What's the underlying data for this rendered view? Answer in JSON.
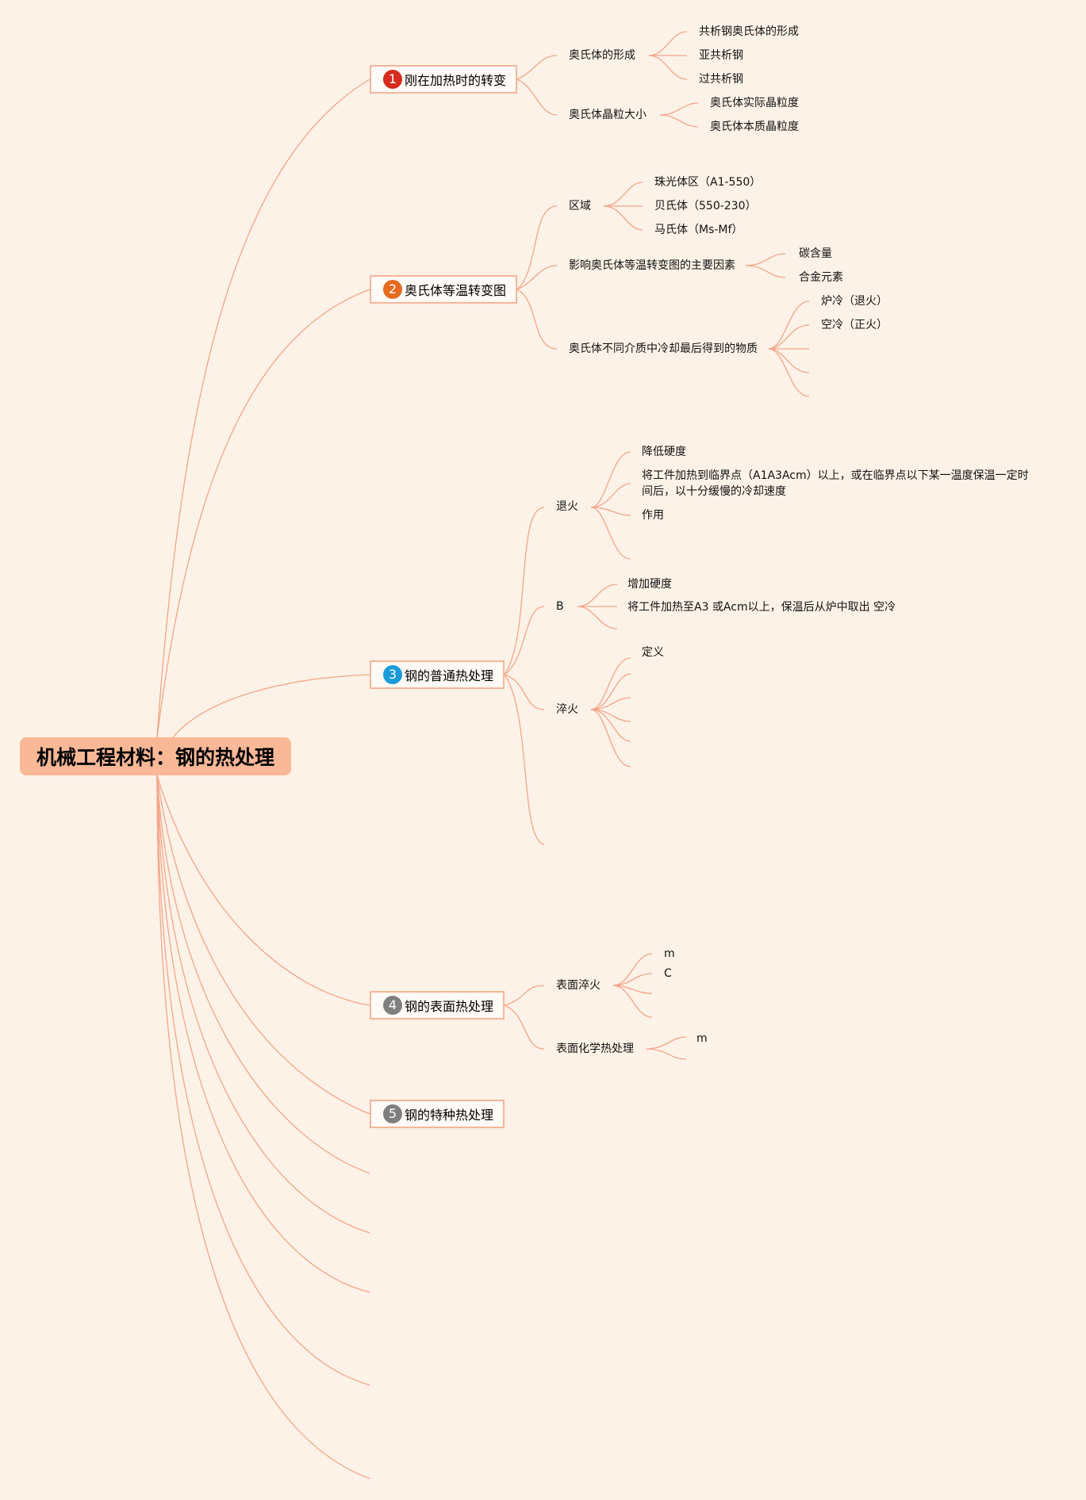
{
  "root": {
    "title": "机械工程材料：钢的热处理"
  },
  "colors": {
    "line": "#f3a588",
    "background": "#fdf2e8",
    "root_fill": "#f9b896"
  },
  "branches": [
    {
      "badge": "1",
      "badge_color": "#d42b1e",
      "label": "刚在加热时的转变",
      "children": [
        {
          "label": "奥氏体的形成",
          "children": [
            "共析钢奥氏体的形成",
            "亚共析钢",
            "过共析钢"
          ]
        },
        {
          "label": "奥氏体晶粒大小",
          "children": [
            "奥氏体实际晶粒度",
            "奥氏体本质晶粒度"
          ]
        }
      ]
    },
    {
      "badge": "2",
      "badge_color": "#e56a1f",
      "label": "奥氏体等温转变图",
      "children": [
        {
          "label": "区域",
          "children": [
            "珠光体区（A1-550）",
            "贝氏体（550-230）",
            "马氏体（Ms-Mf）"
          ]
        },
        {
          "label": "影响奥氏体等温转变图的主要因素",
          "children": [
            "碳含量",
            "合金元素"
          ]
        },
        {
          "label": "奥氏体不同介质中冷却最后得到的物质",
          "children": [
            "炉冷（退火）",
            "空冷（正火）",
            "",
            "",
            ""
          ]
        }
      ]
    },
    {
      "badge": "3",
      "badge_color": "#1a9ad9",
      "label": "钢的普通热处理",
      "children": [
        {
          "label": "退火",
          "children": [
            "降低硬度",
            "将工件加热到临界点（A1A3Acm）以上，或在临界点以下某一温度保温一定时间后，以十分缓慢的冷却速度",
            "作用",
            ""
          ]
        },
        {
          "label": "B",
          "children": [
            "增加硬度",
            "将工件加热至A3 或Acm以上，保温后从炉中取出 空冷",
            ""
          ]
        },
        {
          "label": "淬火",
          "children": [
            "定义",
            "",
            "",
            "",
            "",
            ""
          ]
        },
        {
          "label": "",
          "children": []
        }
      ]
    },
    {
      "badge": "4",
      "badge_color": "#7f7f7f",
      "label": "钢的表面热处理",
      "children": [
        {
          "label": "表面淬火",
          "children": [
            "m",
            "C",
            "",
            ""
          ]
        },
        {
          "label": "表面化学热处理",
          "children": [
            "m",
            ""
          ]
        }
      ]
    },
    {
      "badge": "5",
      "badge_color": "#7f7f7f",
      "label": "钢的特种热处理",
      "children": []
    }
  ]
}
